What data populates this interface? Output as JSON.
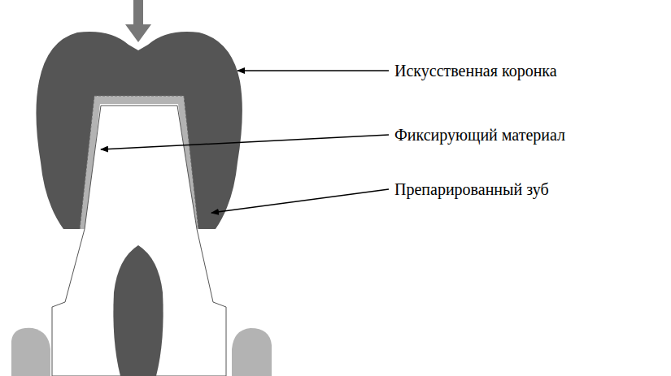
{
  "diagram": {
    "labels": [
      "Искусственная коронка",
      "Фиксирующий материал",
      "Препарированный зуб"
    ]
  }
}
